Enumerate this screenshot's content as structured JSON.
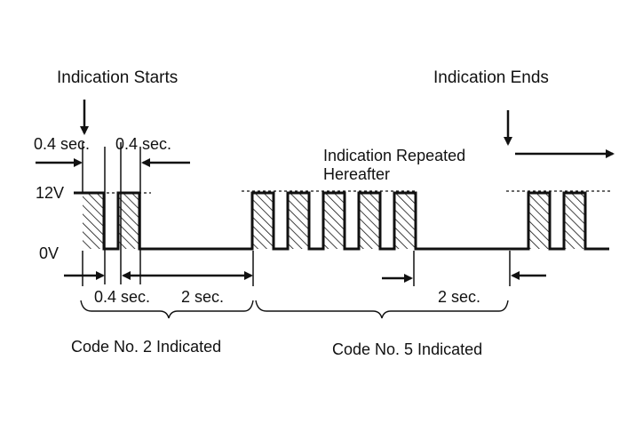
{
  "labels": {
    "indication_starts": "Indication Starts",
    "indication_ends": "Indication Ends",
    "indication_repeated_line1": "Indication Repeated",
    "indication_repeated_line2": "Hereafter",
    "voltage_high": "12V",
    "voltage_low": "0V",
    "pulse_width_top_1": "0.4 sec.",
    "pulse_width_top_2": "0.4 sec.",
    "pulse_gap_bottom": "0.4 sec.",
    "pause_1": "2 sec.",
    "pause_2": "2 sec.",
    "code_2": "Code No. 2 Indicated",
    "code_5": "Code No. 5 Indicated"
  },
  "signal": {
    "high_voltage_v": 12,
    "low_voltage_v": 0,
    "pulse_duration_sec": 0.4,
    "gap_duration_sec": 0.4,
    "pause_duration_sec": 2,
    "codes": [
      {
        "code": 2,
        "pulses": 2
      },
      {
        "code": 5,
        "pulses": 5
      }
    ],
    "repeat_preview_pulses": 2
  }
}
